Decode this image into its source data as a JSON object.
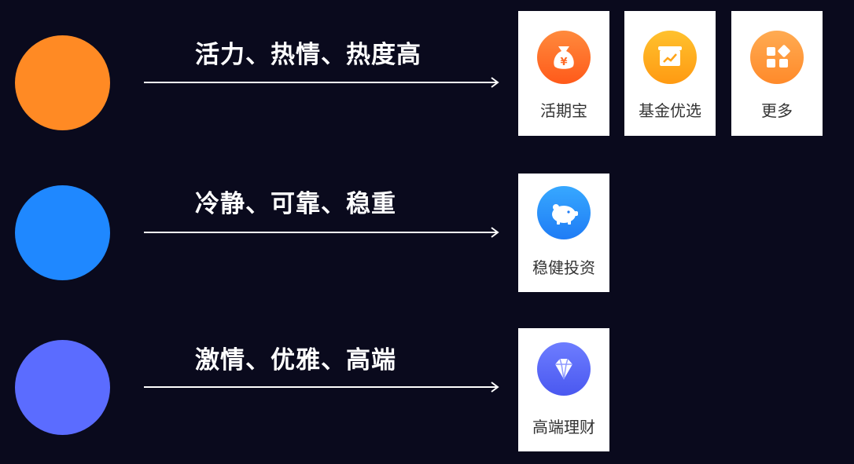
{
  "colors": {
    "background": "#0a0a1d",
    "orange": "#ff8a24",
    "blue": "#1f88ff",
    "purple": "#5b6cff",
    "card": "#ffffff",
    "arrow": "#ffffff"
  },
  "rows": [
    {
      "caption": "活力、热情、热度高",
      "dot_color": "orange",
      "cards": [
        {
          "label": "活期宝",
          "icon": "money-bag-icon"
        },
        {
          "label": "基金优选",
          "icon": "chart-box-icon"
        },
        {
          "label": "更多",
          "icon": "grid-more-icon"
        }
      ]
    },
    {
      "caption": "冷静、可靠、稳重",
      "dot_color": "blue",
      "cards": [
        {
          "label": "稳健投资",
          "icon": "piggy-bank-icon"
        }
      ]
    },
    {
      "caption": "激情、优雅、高端",
      "dot_color": "purple",
      "cards": [
        {
          "label": "高端理财",
          "icon": "diamond-icon"
        }
      ]
    }
  ]
}
